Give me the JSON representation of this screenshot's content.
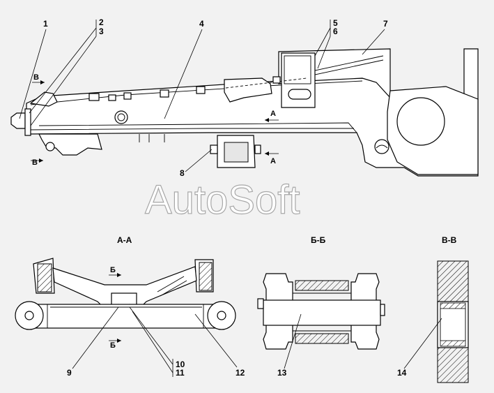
{
  "watermark": "AutoSoft",
  "section_titles": {
    "a_a": "А-А",
    "b_b": "Б-Б",
    "v_v": "В-В"
  },
  "section_arrows": {
    "a_upper": "А",
    "a_lower": "А",
    "b_upper": "Б",
    "b_lower": "Б",
    "v_upper": "В",
    "v_lower": "В"
  },
  "callouts": {
    "c1": "1",
    "c2": "2",
    "c3": "3",
    "c4": "4",
    "c5": "5",
    "c6": "6",
    "c7": "7",
    "c8": "8",
    "c9": "9",
    "c10": "10",
    "c11": "11",
    "c12": "12",
    "c13": "13",
    "c14": "14"
  },
  "colors": {
    "background": "#f2f2f2",
    "line": "#000000",
    "watermark_outline": "#a8a8a8"
  }
}
